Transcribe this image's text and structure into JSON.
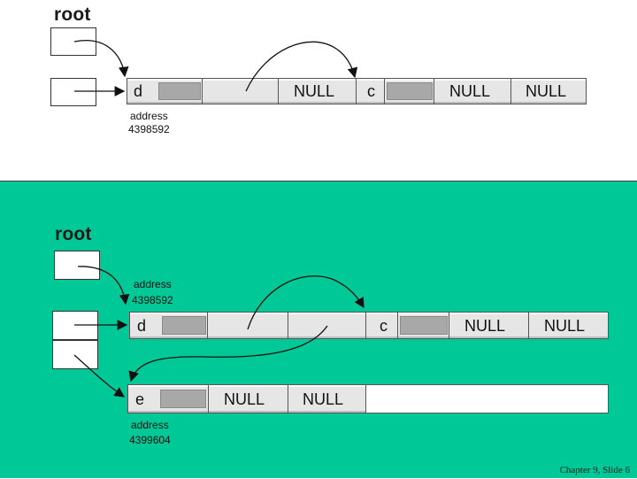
{
  "top": {
    "root_label": "root",
    "node_d": {
      "key": "d",
      "right": "NULL"
    },
    "node_c": {
      "key": "c",
      "left": "NULL",
      "right": "NULL"
    },
    "address_label": "address",
    "address_value": "4398592"
  },
  "bottom": {
    "root_label": "root",
    "address_label": "address",
    "address_value": "4398592",
    "node_d": {
      "key": "d"
    },
    "node_c": {
      "key": "c",
      "left": "NULL",
      "right": "NULL"
    },
    "node_e": {
      "key": "e",
      "left": "NULL",
      "right": "NULL"
    },
    "address2_label": "address",
    "address2_value": "4399604"
  },
  "footer": "Chapter 9, Slide 6",
  "colors": {
    "bottom_background": "#00c896",
    "cell_fill": "#e6e6e6",
    "shade": "#a8a8a8"
  }
}
